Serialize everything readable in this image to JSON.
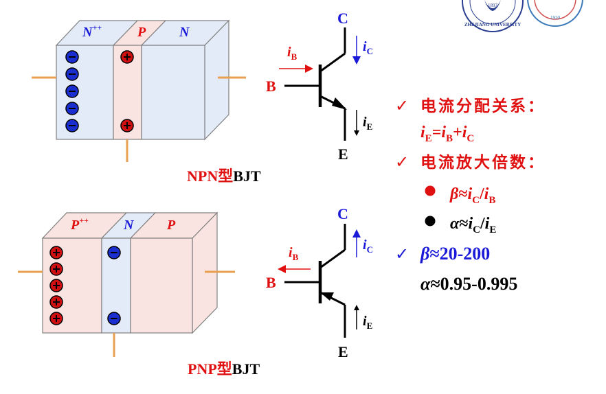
{
  "colors": {
    "n_region": "#e3ebf8",
    "p_region": "#f9e4e2",
    "edge": "#7f7f7f",
    "lead": "#e8a050",
    "blue_text": "#1a1ad8",
    "red_text": "#e01010",
    "electron": "#1a2ed0",
    "hole": "#d01010"
  },
  "npn": {
    "region_left": "N",
    "region_left_sup": "++",
    "region_mid": "P",
    "region_right": "N",
    "caption_prefix": "NPN",
    "caption_char": "型",
    "caption_suffix": "BJT",
    "symbol": {
      "collector": "C",
      "base": "B",
      "emitter": "E",
      "ib": "i",
      "ib_sub": "B",
      "ic": "i",
      "ic_sub": "C",
      "ie": "i",
      "ie_sub": "E"
    }
  },
  "pnp": {
    "region_left": "P",
    "region_left_sup": "++",
    "region_mid": "N",
    "region_right": "P",
    "caption_prefix": "PNP",
    "caption_char": "型",
    "caption_suffix": "BJT",
    "symbol": {
      "collector": "C",
      "base": "B",
      "emitter": "E",
      "ib": "i",
      "ib_sub": "B",
      "ic": "i",
      "ic_sub": "C",
      "ie": "i",
      "ie_sub": "E"
    }
  },
  "notes": {
    "check": "✓",
    "current_distribution": "电流分配关系：",
    "eq": {
      "a": "i",
      "a_sub": "E",
      "eq": "=",
      "b": "i",
      "b_sub": "B",
      "plus": "+",
      "c": "i",
      "c_sub": "C"
    },
    "amplification": "电流放大倍数：",
    "beta_def": {
      "sym": "β",
      "approx": "≈",
      "a": "i",
      "a_sub": "C",
      "slash": "/",
      "b": "i",
      "b_sub": "B"
    },
    "alpha_def": {
      "sym": "α",
      "approx": "≈",
      "a": "i",
      "a_sub": "C",
      "slash": "/",
      "b": "i",
      "b_sub": "E"
    },
    "beta_range": {
      "sym": "β",
      "text": "≈20-200"
    },
    "alpha_range": {
      "sym": "α",
      "text": "≈0.95-0.995"
    }
  },
  "logos": {
    "university_text": "ZHEJIANG UNIVERSITY",
    "year_left": "1897",
    "year_right": "1920"
  }
}
